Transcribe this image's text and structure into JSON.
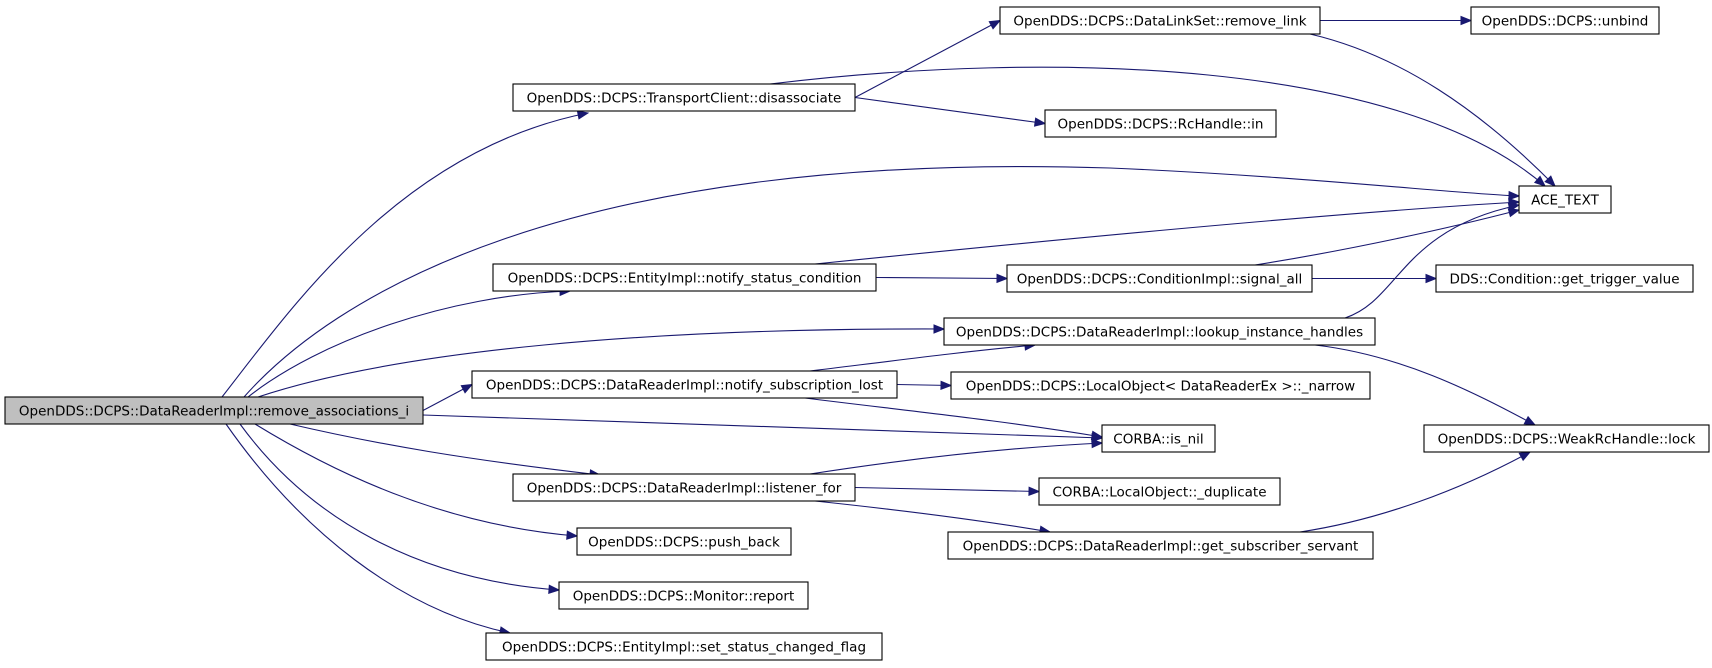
{
  "graph": {
    "nodes": [
      {
        "id": "root",
        "label": "OpenDDS::DCPS::DataReaderImpl::remove_associations_i",
        "root": true
      },
      {
        "id": "disassoc",
        "label": "OpenDDS::DCPS::TransportClient::disassociate"
      },
      {
        "id": "notifystat",
        "label": "OpenDDS::DCPS::EntityImpl::notify_status_condition"
      },
      {
        "id": "notifysub",
        "label": "OpenDDS::DCPS::DataReaderImpl::notify_subscription_lost"
      },
      {
        "id": "listener",
        "label": "OpenDDS::DCPS::DataReaderImpl::listener_for"
      },
      {
        "id": "pushback",
        "label": "OpenDDS::DCPS::push_back"
      },
      {
        "id": "report",
        "label": "OpenDDS::DCPS::Monitor::report"
      },
      {
        "id": "setflag",
        "label": "OpenDDS::DCPS::EntityImpl::set_status_changed_flag"
      },
      {
        "id": "removelink",
        "label": "OpenDDS::DCPS::DataLinkSet::remove_link"
      },
      {
        "id": "rcin",
        "label": "OpenDDS::DCPS::RcHandle::in"
      },
      {
        "id": "signal",
        "label": "OpenDDS::DCPS::ConditionImpl::signal_all"
      },
      {
        "id": "lookup",
        "label": "OpenDDS::DCPS::DataReaderImpl::lookup_instance_handles"
      },
      {
        "id": "narrow",
        "label": "OpenDDS::DCPS::LocalObject< DataReaderEx >::_narrow"
      },
      {
        "id": "isnil",
        "label": "CORBA::is_nil"
      },
      {
        "id": "duplicate",
        "label": "CORBA::LocalObject::_duplicate"
      },
      {
        "id": "getsub",
        "label": "OpenDDS::DCPS::DataReaderImpl::get_subscriber_servant"
      },
      {
        "id": "unbind",
        "label": "OpenDDS::DCPS::unbind"
      },
      {
        "id": "acetext",
        "label": "ACE_TEXT"
      },
      {
        "id": "trigger",
        "label": "DDS::Condition::get_trigger_value"
      },
      {
        "id": "weaklock",
        "label": "OpenDDS::DCPS::WeakRcHandle::lock"
      }
    ],
    "edges": [
      {
        "from": "root",
        "to": "disassoc"
      },
      {
        "from": "root",
        "to": "acetext"
      },
      {
        "from": "root",
        "to": "notifystat"
      },
      {
        "from": "root",
        "to": "lookup"
      },
      {
        "from": "root",
        "to": "notifysub"
      },
      {
        "from": "root",
        "to": "isnil"
      },
      {
        "from": "root",
        "to": "listener"
      },
      {
        "from": "root",
        "to": "pushback"
      },
      {
        "from": "root",
        "to": "report"
      },
      {
        "from": "root",
        "to": "setflag"
      },
      {
        "from": "disassoc",
        "to": "removelink"
      },
      {
        "from": "disassoc",
        "to": "acetext"
      },
      {
        "from": "disassoc",
        "to": "rcin"
      },
      {
        "from": "removelink",
        "to": "unbind"
      },
      {
        "from": "removelink",
        "to": "acetext"
      },
      {
        "from": "notifystat",
        "to": "signal"
      },
      {
        "from": "notifystat",
        "to": "acetext"
      },
      {
        "from": "signal",
        "to": "acetext"
      },
      {
        "from": "signal",
        "to": "trigger"
      },
      {
        "from": "lookup",
        "to": "acetext"
      },
      {
        "from": "lookup",
        "to": "weaklock"
      },
      {
        "from": "notifysub",
        "to": "lookup"
      },
      {
        "from": "notifysub",
        "to": "narrow"
      },
      {
        "from": "notifysub",
        "to": "isnil"
      },
      {
        "from": "listener",
        "to": "isnil"
      },
      {
        "from": "listener",
        "to": "duplicate"
      },
      {
        "from": "listener",
        "to": "getsub"
      },
      {
        "from": "getsub",
        "to": "weaklock"
      }
    ]
  }
}
